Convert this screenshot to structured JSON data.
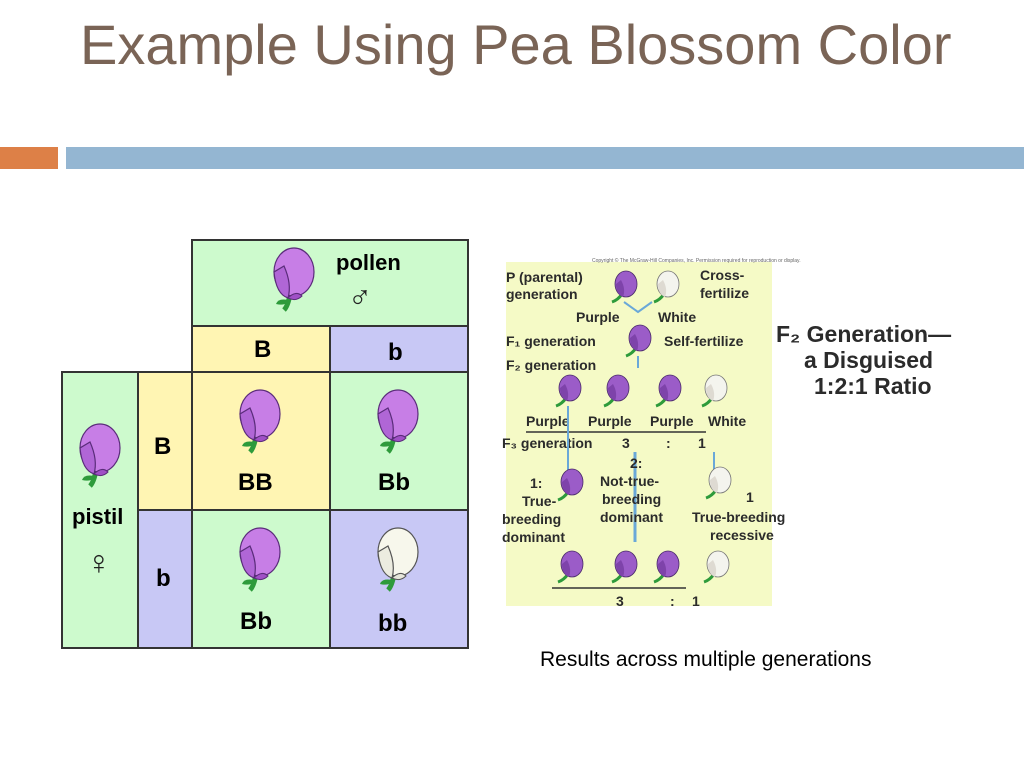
{
  "slide": {
    "title": "Example Using Pea Blossom Color",
    "caption": "Results across multiple generations"
  },
  "colors": {
    "title": "#7a6456",
    "accent_orange": "#dd8047",
    "accent_blue": "#94b6d2",
    "cell_green": "#cdfacd",
    "cell_yellow": "#fff5b3",
    "cell_lavender": "#c8c8f5",
    "flower_purple": "#c77ee6",
    "flower_white": "#f7f7ec",
    "stem_green": "#2e9b3b"
  },
  "punnett": {
    "pollen_label": "pollen",
    "male_symbol": "♂",
    "pistil_label": "pistil",
    "female_symbol": "♀",
    "col_alleles": [
      "B",
      "b"
    ],
    "row_alleles": [
      "B",
      "b"
    ],
    "cells": [
      {
        "genotype": "BB",
        "flower": "purple"
      },
      {
        "genotype": "Bb",
        "flower": "purple"
      },
      {
        "genotype": "Bb",
        "flower": "purple"
      },
      {
        "genotype": "bb",
        "flower": "white"
      }
    ]
  },
  "generations": {
    "copyright": "Copyright © The McGraw-Hill Companies, Inc. Permission required for reproduction or display.",
    "p_generation": [
      "P (parental)",
      "generation"
    ],
    "cross_fertilize": [
      "Cross-",
      "fertilize"
    ],
    "purple": "Purple",
    "white": "White",
    "f1_generation": "F₁ generation",
    "self_fertilize": "Self-fertilize",
    "f2_generation": "F₂ generation",
    "f2_row_labels": [
      "Purple",
      "Purple",
      "Purple",
      "White"
    ],
    "f3_generation": "F₃ generation",
    "f3_ratio": [
      "3",
      ":",
      "1"
    ],
    "group1": [
      "1:",
      "True-",
      "breeding",
      "dominant"
    ],
    "group2": [
      "2:",
      "Not-true-",
      "breeding",
      "dominant"
    ],
    "group3": [
      "1",
      "True-breeding",
      "recessive"
    ],
    "final_ratio": [
      "3",
      ":",
      "1"
    ],
    "heading": [
      "F₂ Generation—",
      "a Disguised",
      "1:2:1 Ratio"
    ]
  }
}
